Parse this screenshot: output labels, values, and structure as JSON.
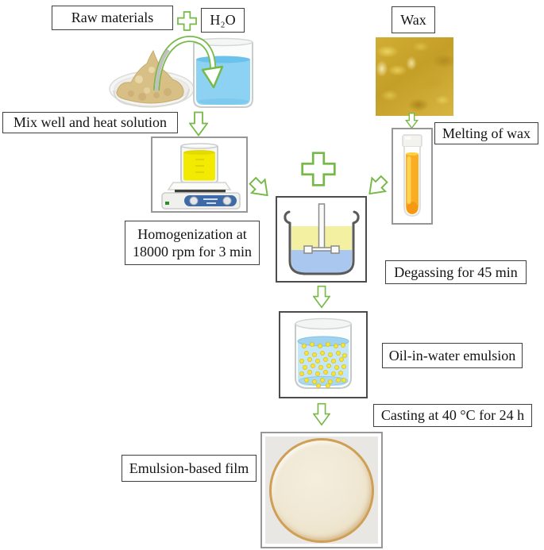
{
  "diagram": {
    "type": "process-flow",
    "topic": "Preparation of emulsion-based film"
  },
  "nodes": {
    "raw_materials": "Raw materials",
    "h2o": "H₂O",
    "wax": "Wax",
    "mix_heat": "Mix well and heat solution",
    "melting_wax": "Melting of wax",
    "homogenization_line1": "Homogenization at",
    "homogenization_line2": "18000 rpm for 3 min",
    "degassing": "Degassing for 45 min",
    "oil_in_water": "Oil-in-water emulsion",
    "casting": "Casting at 40 °C for 24 h",
    "film": "Emulsion-based film"
  },
  "icons": {
    "plus": "+",
    "arrow_down": "⇩",
    "pour_arrow": "curved-arc-arrow"
  },
  "colors": {
    "arrow_green": "#76b947",
    "water_blue": "#8ed2f3",
    "heated_solution_yellow": "#f2ea00",
    "oil_layer_yellow": "#f4f0a2",
    "aqueous_layer_blue": "#a9c7ef",
    "melted_wax_orange": "#f8ad22",
    "wax_gold": "#c9a52c",
    "film_cream": "#f0e8d4"
  }
}
